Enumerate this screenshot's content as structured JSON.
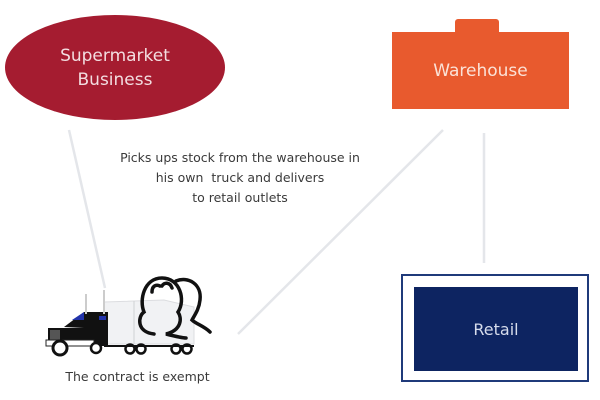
{
  "nodes": {
    "supermarket": {
      "label_line1": "Supermarket",
      "label_line2": "Business",
      "color": "#a51c30"
    },
    "warehouse": {
      "label": "Warehouse",
      "color": "#e85a2e"
    },
    "retail": {
      "label": "Retail",
      "color": "#0d2461",
      "border_color": "#1f3a7a"
    }
  },
  "description": {
    "line1": "Picks ups stock from the warehouse in",
    "line2": "his own  truck and delivers",
    "line3": "to retail outlets"
  },
  "illustration": {
    "icons": [
      "truck-icon",
      "people-icon"
    ],
    "caption": "The contract is exempt"
  },
  "connectors": [
    {
      "from": "supermarket",
      "to": "truck"
    },
    {
      "from": "warehouse",
      "to": "truck"
    },
    {
      "from": "warehouse",
      "to": "retail"
    }
  ],
  "connector_color": "#e4e6ea"
}
